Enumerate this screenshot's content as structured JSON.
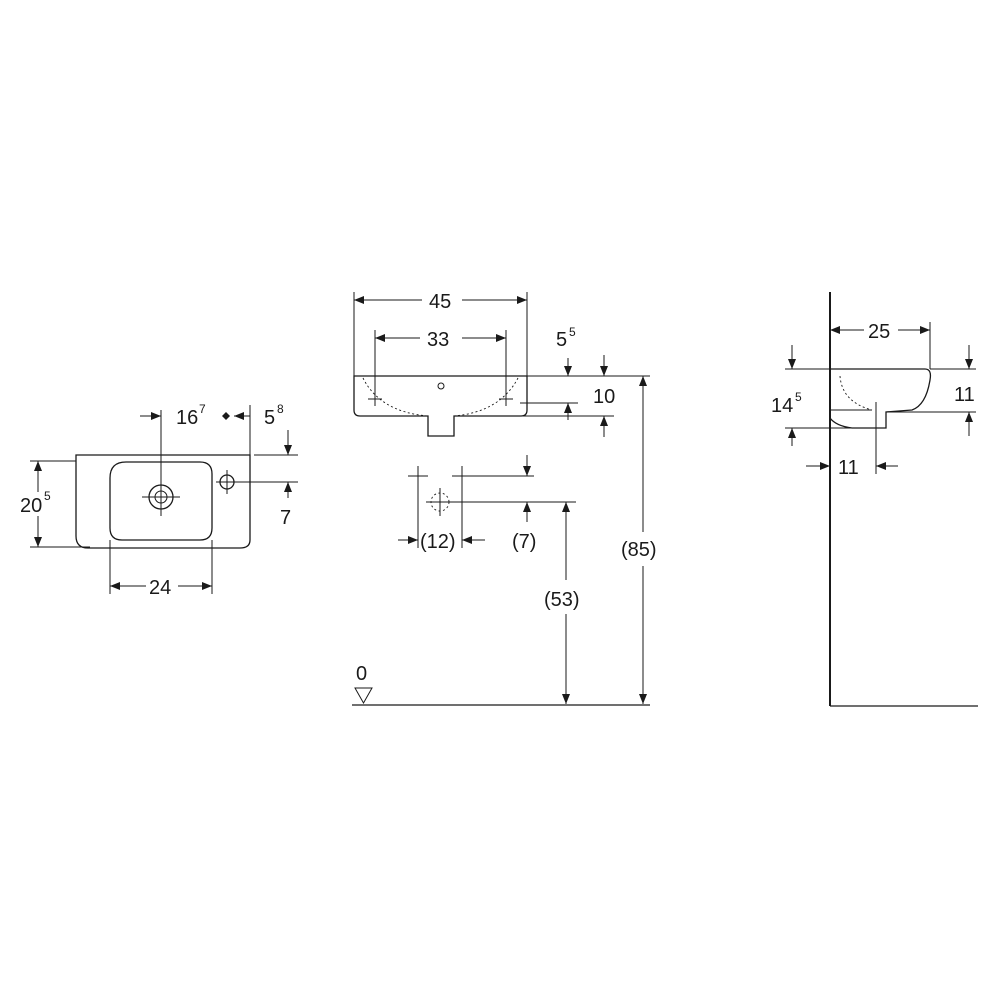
{
  "top_view": {
    "d_tap_offset": "16",
    "d_tap_offset_sup": "7",
    "d_edge": "5",
    "d_edge_sup": "8",
    "d_depth": "20",
    "d_depth_sup": "5",
    "d_hole": "7",
    "d_bowl": "24"
  },
  "front_view": {
    "d_width": "45",
    "d_fixing": "33",
    "d_rim": "5",
    "d_rim_sup": "5",
    "d_height": "10",
    "d_waste_spacing": "(12)",
    "d_waste_drop": "(7)",
    "d_waste_height": "(53)",
    "d_total_height": "(85)",
    "d_floor": "0"
  },
  "side_view": {
    "d_projection": "25",
    "d_depth": "14",
    "d_depth_sup": "5",
    "d_rim": "11",
    "d_waste": "11"
  }
}
